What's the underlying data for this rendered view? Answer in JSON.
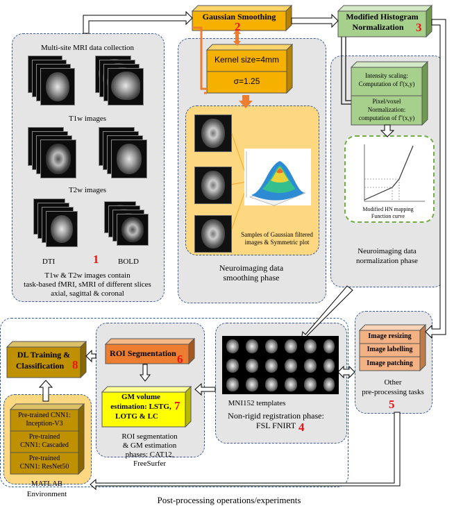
{
  "gaussian": {
    "title": "Gaussian Smoothing",
    "num": "2",
    "kernel": "Kernel size=4mm",
    "sigma": "σ=1.25"
  },
  "histogram": {
    "title_1": "Modified Histogram",
    "title_2": "Normalization",
    "num": "3"
  },
  "collection": {
    "title": "Multi-site MRI data collection",
    "t1w": "T1w images",
    "t2w": "T2w images",
    "dti": "DTI",
    "bold": "BOLD",
    "num": "1",
    "desc_1": "T1w & T2w images contain",
    "desc_2": "task-based fMRI, sMRI of different slices",
    "desc_3": "axial, sagittal & coronal"
  },
  "smoothing": {
    "samples_1": "Samples of Gaussian filtered",
    "samples_2": "images & Symmetric plot",
    "phase_1": "Neuroimaging data",
    "phase_2": "smoothing phase"
  },
  "normalization": {
    "scaling_1": "Intensity scaling:",
    "scaling_2": "Computation of f'(x,y)",
    "pixel_1": "Pixel/voxel",
    "pixel_2": "Normalization:",
    "pixel_3": "computation of f''(x,y)",
    "mapping_1": "Modified HN mapping",
    "mapping_2": "Function curve",
    "phase_1": "Neuroimaging data",
    "phase_2": "normalization phase"
  },
  "other": {
    "items": [
      "Image resizing",
      "Image labelling",
      "Image patching"
    ],
    "label_1": "Other",
    "label_2": "pre-processing tasks",
    "num": "5"
  },
  "registration": {
    "templates": "MNI152 templates",
    "phase_1": "Non-rigid registration phase:",
    "phase_2": "FSL FNIRT",
    "num": "4"
  },
  "roi": {
    "title": "ROI Segmentation",
    "num": "6",
    "gm_1": "GM volume",
    "gm_2": "estimation: LSTG,",
    "gm_3": "LOTG & LC",
    "gm_num": "7",
    "phase_1": "ROI segmentation",
    "phase_2": "& GM estimation",
    "phase_3": "phases: CAT12,",
    "phase_4": "FreeSurfer"
  },
  "dl": {
    "title_1": "DL Training &",
    "title_2": "Classification",
    "num": "8",
    "cnn1_1": "Pre-trained CNN1:",
    "cnn1_2": "Inception-V3",
    "cnn2_1": "Pre-trained",
    "cnn2_2": "CNN1: Cascaded",
    "cnn3_1": "Pre-trained",
    "cnn3_2": "CNN1: ResNet50",
    "env_1": "MATLAB",
    "env_2": "Environment"
  },
  "post": {
    "label": "Post-processing operations/experiments"
  },
  "colors": {
    "orange": "#f5b000",
    "green": "#a8d08d",
    "peach": "#f4b183",
    "roi_orange": "#ed7d31",
    "yellow": "#ffff00",
    "olive": "#bf9000",
    "light_orange": "#fdd880",
    "panel": "#e5e5e5"
  }
}
